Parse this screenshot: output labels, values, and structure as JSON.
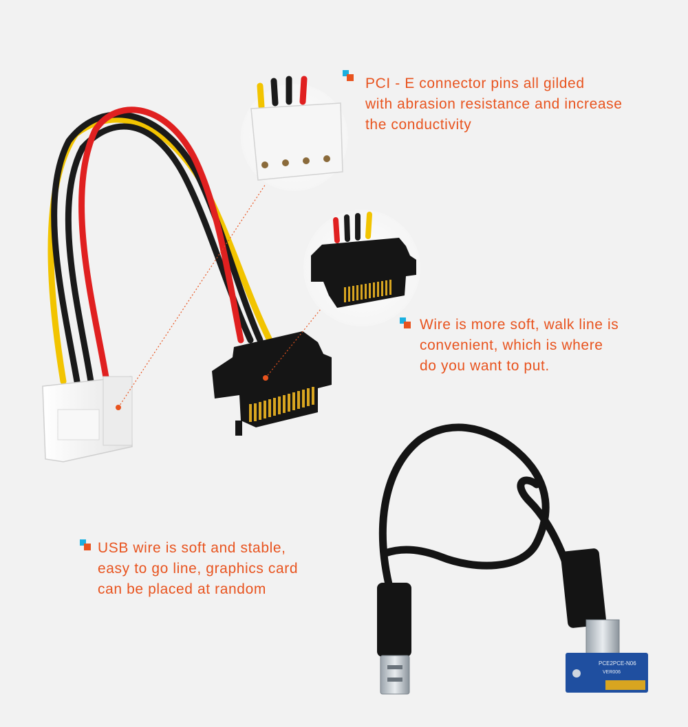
{
  "colors": {
    "background": "#f2f2f2",
    "text": "#e8531e",
    "bullet_blue": "#1ab0e0",
    "bullet_orange": "#e8531e",
    "wire_red": "#e02020",
    "wire_black": "#1a1a1a",
    "wire_yellow": "#f2c400",
    "molex_white": "#f4f4f4",
    "sata_black": "#151515",
    "gold": "#d8a520",
    "pcb_blue": "#1f4fa0"
  },
  "icons": {
    "bullet": "two-tone-square-bullet-icon"
  },
  "features": [
    {
      "id": "pcie-pins",
      "lines": [
        "PCI - E connector pins all gilded",
        "with abrasion resistance and increase",
        "the conductivity"
      ]
    },
    {
      "id": "soft-wire",
      "lines": [
        "Wire is more soft, walk line is",
        "convenient, which is where",
        "do you want to put."
      ]
    },
    {
      "id": "usb-wire",
      "lines": [
        "USB wire is soft and stable,",
        "easy to go line, graphics card",
        "can be placed at random"
      ]
    }
  ],
  "pcb_labels": {
    "model": "PCE2PCE-N06",
    "version": "VER006"
  }
}
